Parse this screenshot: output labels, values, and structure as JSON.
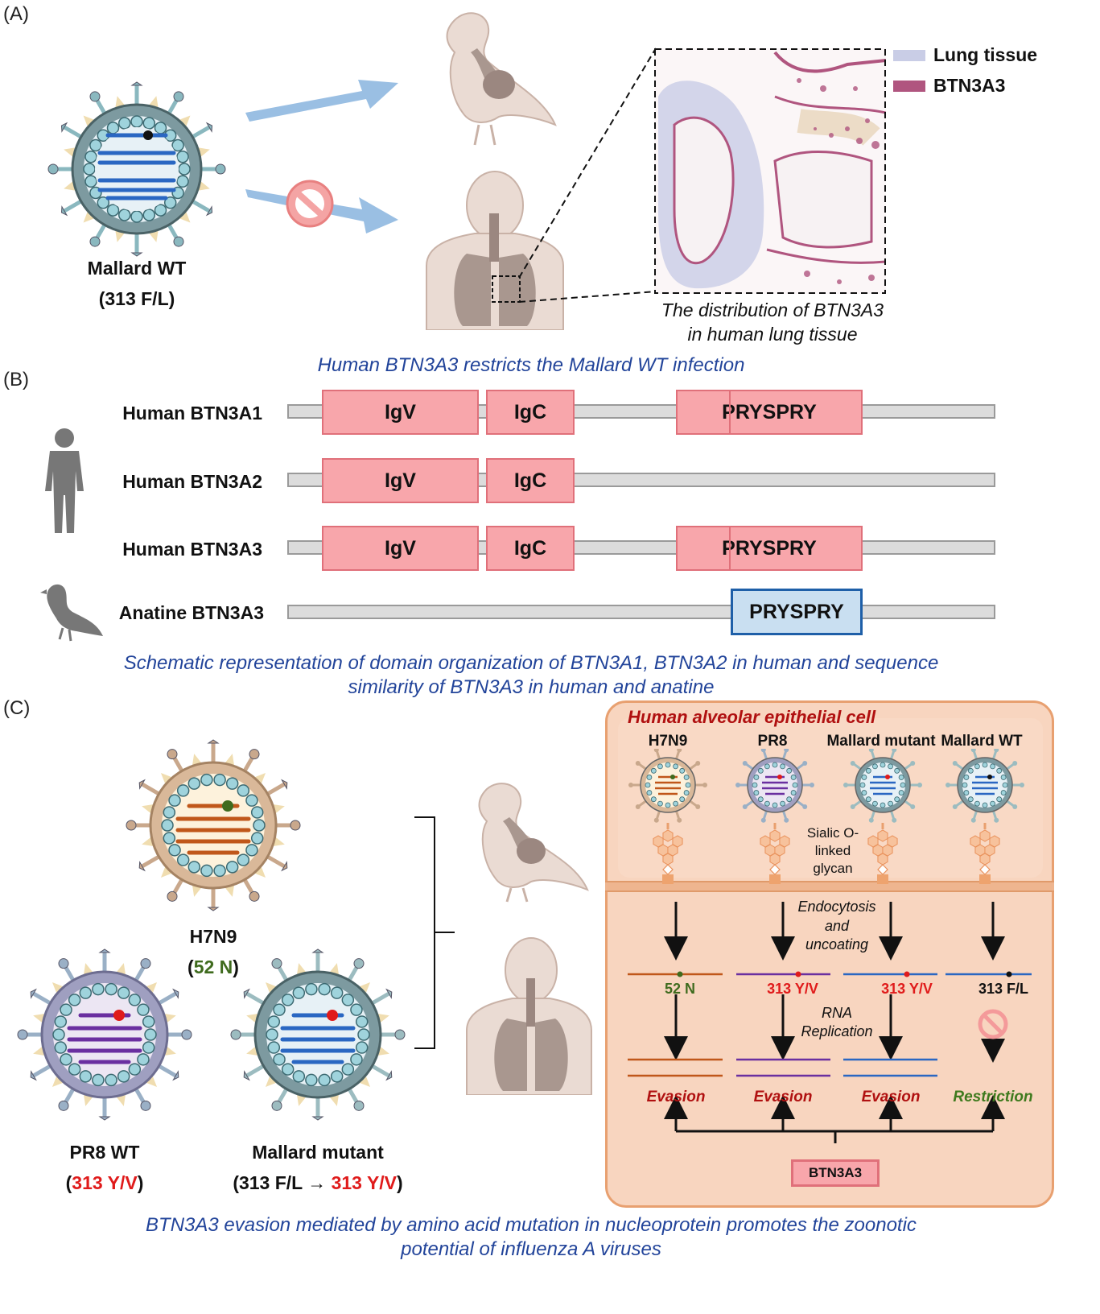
{
  "panels": {
    "a": "(A)",
    "b": "(B)",
    "c": "(C)"
  },
  "panel_a": {
    "virus_name": "Mallard WT",
    "virus_residue": "(313 F/L)",
    "legend": [
      {
        "label": "Lung tissue",
        "color": "#c9cde6"
      },
      {
        "label": "BTN3A3",
        "color": "#b0557f"
      }
    ],
    "distribution_caption_line1": "The distribution of BTN3A3",
    "distribution_caption_line2": "in human lung tissue",
    "caption": "Human BTN3A3 restricts the Mallard WT infection"
  },
  "panel_b": {
    "proteins": [
      {
        "label": "Human BTN3A1",
        "domains": [
          "IgV",
          "IgC",
          "PRYSPRY"
        ]
      },
      {
        "label": "Human BTN3A2",
        "domains": [
          "IgV",
          "IgC"
        ]
      },
      {
        "label": "Human BTN3A3",
        "domains": [
          "IgV",
          "IgC",
          "PRYSPRY"
        ]
      },
      {
        "label": "Anatine BTN3A3",
        "domains": [
          "PRYSPRY"
        ]
      }
    ],
    "caption_line1": "Schematic representation of domain organization of BTN3A1, BTN3A2 in human and sequence",
    "caption_line2": "similarity of  BTN3A3 in human and anatine"
  },
  "panel_c": {
    "h7n9_name": "H7N9",
    "h7n9_residue": "52 N",
    "pr8_name": "PR8 WT",
    "pr8_residue": "313 Y/V",
    "mallard_mutant_name": "Mallard mutant",
    "mallard_mutant_from": "(313 F/L →",
    "mallard_mutant_to": "313 Y/V",
    "mallard_mutant_close": ")",
    "cell_title": "Human alveolar epithelial cell",
    "cell_viruses": [
      "H7N9",
      "PR8",
      "Mallard mutant",
      "Mallard WT"
    ],
    "glycan_label_1": "Sialic O-",
    "glycan_label_2": "linked",
    "glycan_label_3": "glycan",
    "endocytosis_1": "Endocytosis",
    "endocytosis_2": "and",
    "endocytosis_3": "uncoating",
    "residues": [
      "52 N",
      "313 Y/V",
      "313 Y/V",
      "313 F/L"
    ],
    "rna_1": "RNA",
    "rna_2": "Replication",
    "outcomes": [
      "Evasion",
      "Evasion",
      "Evasion",
      "Restriction"
    ],
    "btn_box": "BTN3A3",
    "caption_line1": "BTN3A3 evasion mediated by amino acid mutation in nucleoprotein promotes the zoonotic",
    "caption_line2": "potential of influenza A viruses"
  },
  "colors": {
    "h7n9": "#c0571a",
    "pr8": "#6a2fa0",
    "mallard": "#2a67c2",
    "residue_red": "#e01b1b",
    "residue_green": "#3f6b1e",
    "evasion": "#b01010",
    "restriction": "#3f7a1e",
    "cell_bg": "#f8d5bf",
    "cell_border": "#e8a070",
    "caption": "#22449a"
  }
}
